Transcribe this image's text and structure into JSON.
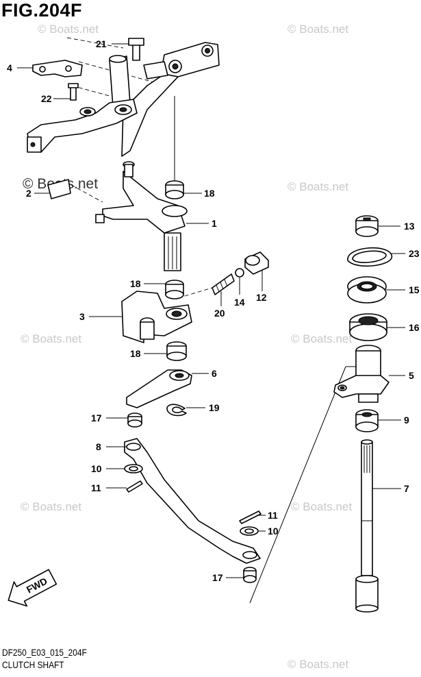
{
  "figure_title": "FIG.204F",
  "footer": {
    "code": "DF250_E03_015_204F",
    "name": "CLUTCH SHAFT"
  },
  "watermark": "© Boats.net",
  "fwd_label": "FWD",
  "callouts": [
    "21",
    "4",
    "22",
    "18",
    "2",
    "1",
    "13",
    "23",
    "15",
    "16",
    "18",
    "14",
    "12",
    "20",
    "3",
    "18",
    "6",
    "5",
    "19",
    "17",
    "9",
    "8",
    "10",
    "7",
    "11",
    "11",
    "10",
    "17"
  ]
}
